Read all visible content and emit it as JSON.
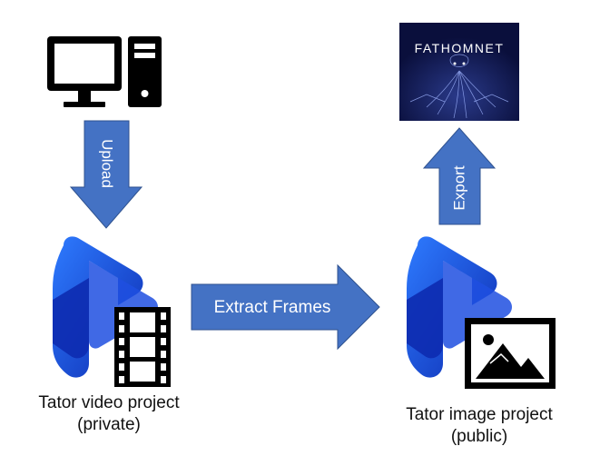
{
  "colors": {
    "arrow_fill": "#4472C4",
    "arrow_stroke": "#2F528F",
    "logo_blue": "#1F4FE0",
    "logo_deep": "#0D2BB0",
    "fathomnet_bg": "#0A0F3C",
    "icon_black": "#000000"
  },
  "icons": {
    "computer": "desktop-computer-icon",
    "film": "film-strip-icon",
    "image": "image-landscape-icon",
    "tator_logo": "tator-play-logo"
  },
  "labels": {
    "upload": "Upload",
    "extract": "Extract Frames",
    "export": "Export",
    "fathomnet": "FATHOMNET"
  },
  "captions": {
    "video_line1": "Tator video project",
    "video_line2": "(private)",
    "image_line1": "Tator image project",
    "image_line2": "(public)"
  }
}
